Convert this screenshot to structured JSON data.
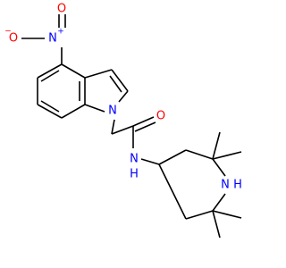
{
  "colors": {
    "background": "#ffffff",
    "bond": "#000000",
    "nitrogen": "#0000ff",
    "oxygen": "#ff0000",
    "carbon": "#000000"
  },
  "atoms": {
    "nitro_o_minus": {
      "element": "O",
      "label": "O",
      "charge": "−"
    },
    "nitro_n_plus": {
      "element": "N",
      "label": "N",
      "charge": "+"
    },
    "nitro_o_double": {
      "element": "O",
      "label": "O"
    },
    "indole_n": {
      "element": "N",
      "label": "N"
    },
    "carbonyl_o": {
      "element": "O",
      "label": "O"
    },
    "amide_n": {
      "element": "N",
      "label": "N"
    },
    "amide_h": {
      "element": "H",
      "label": "H"
    },
    "piperidine_n": {
      "element": "N",
      "label": "N"
    },
    "piperidine_h": {
      "element": "H",
      "label": "H"
    }
  }
}
